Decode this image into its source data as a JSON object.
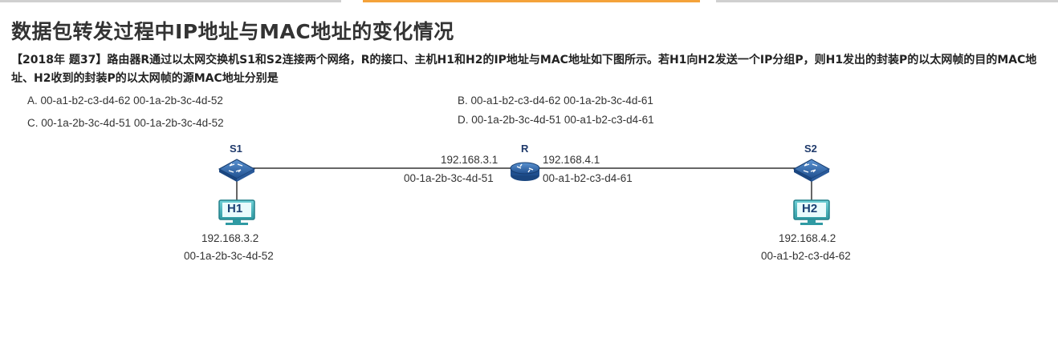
{
  "title": "数据包转发过程中IP地址与MAC地址的变化情况",
  "question": "【2018年 题37】路由器R通过以太网交换机S1和S2连接两个网络，R的接口、主机H1和H2的IP地址与MAC地址如下图所示。若H1向H2发送一个IP分组P，则H1发出的封装P的以太网帧的目的MAC地址、H2收到的封装P的以太网帧的源MAC地址分别是",
  "options": {
    "a": "A. 00-a1-b2-c3-d4-62    00-1a-2b-3c-4d-52",
    "b": "B. 00-a1-b2-c3-d4-62    00-1a-2b-3c-4d-61",
    "c": "C. 00-1a-2b-3c-4d-51    00-1a-2b-3c-4d-52",
    "d": "D. 00-1a-2b-3c-4d-51    00-a1-b2-c3-d4-61"
  },
  "network": {
    "s1": "S1",
    "s2": "S2",
    "router": "R",
    "h1": {
      "name": "H1",
      "ip": "192.168.3.2",
      "mac": "00-1a-2b-3c-4d-52"
    },
    "h2": {
      "name": "H2",
      "ip": "192.168.4.2",
      "mac": "00-a1-b2-c3-d4-62"
    },
    "r_left": {
      "ip": "192.168.3.1",
      "mac": "00-1a-2b-3c-4d-51"
    },
    "r_right": {
      "ip": "192.168.4.1",
      "mac": "00-a1-b2-c3-d4-61"
    }
  },
  "colors": {
    "accent_tab": "#f4a23a",
    "device_blue": "#2f6fb0",
    "host_teal": "#3fb0b8"
  }
}
